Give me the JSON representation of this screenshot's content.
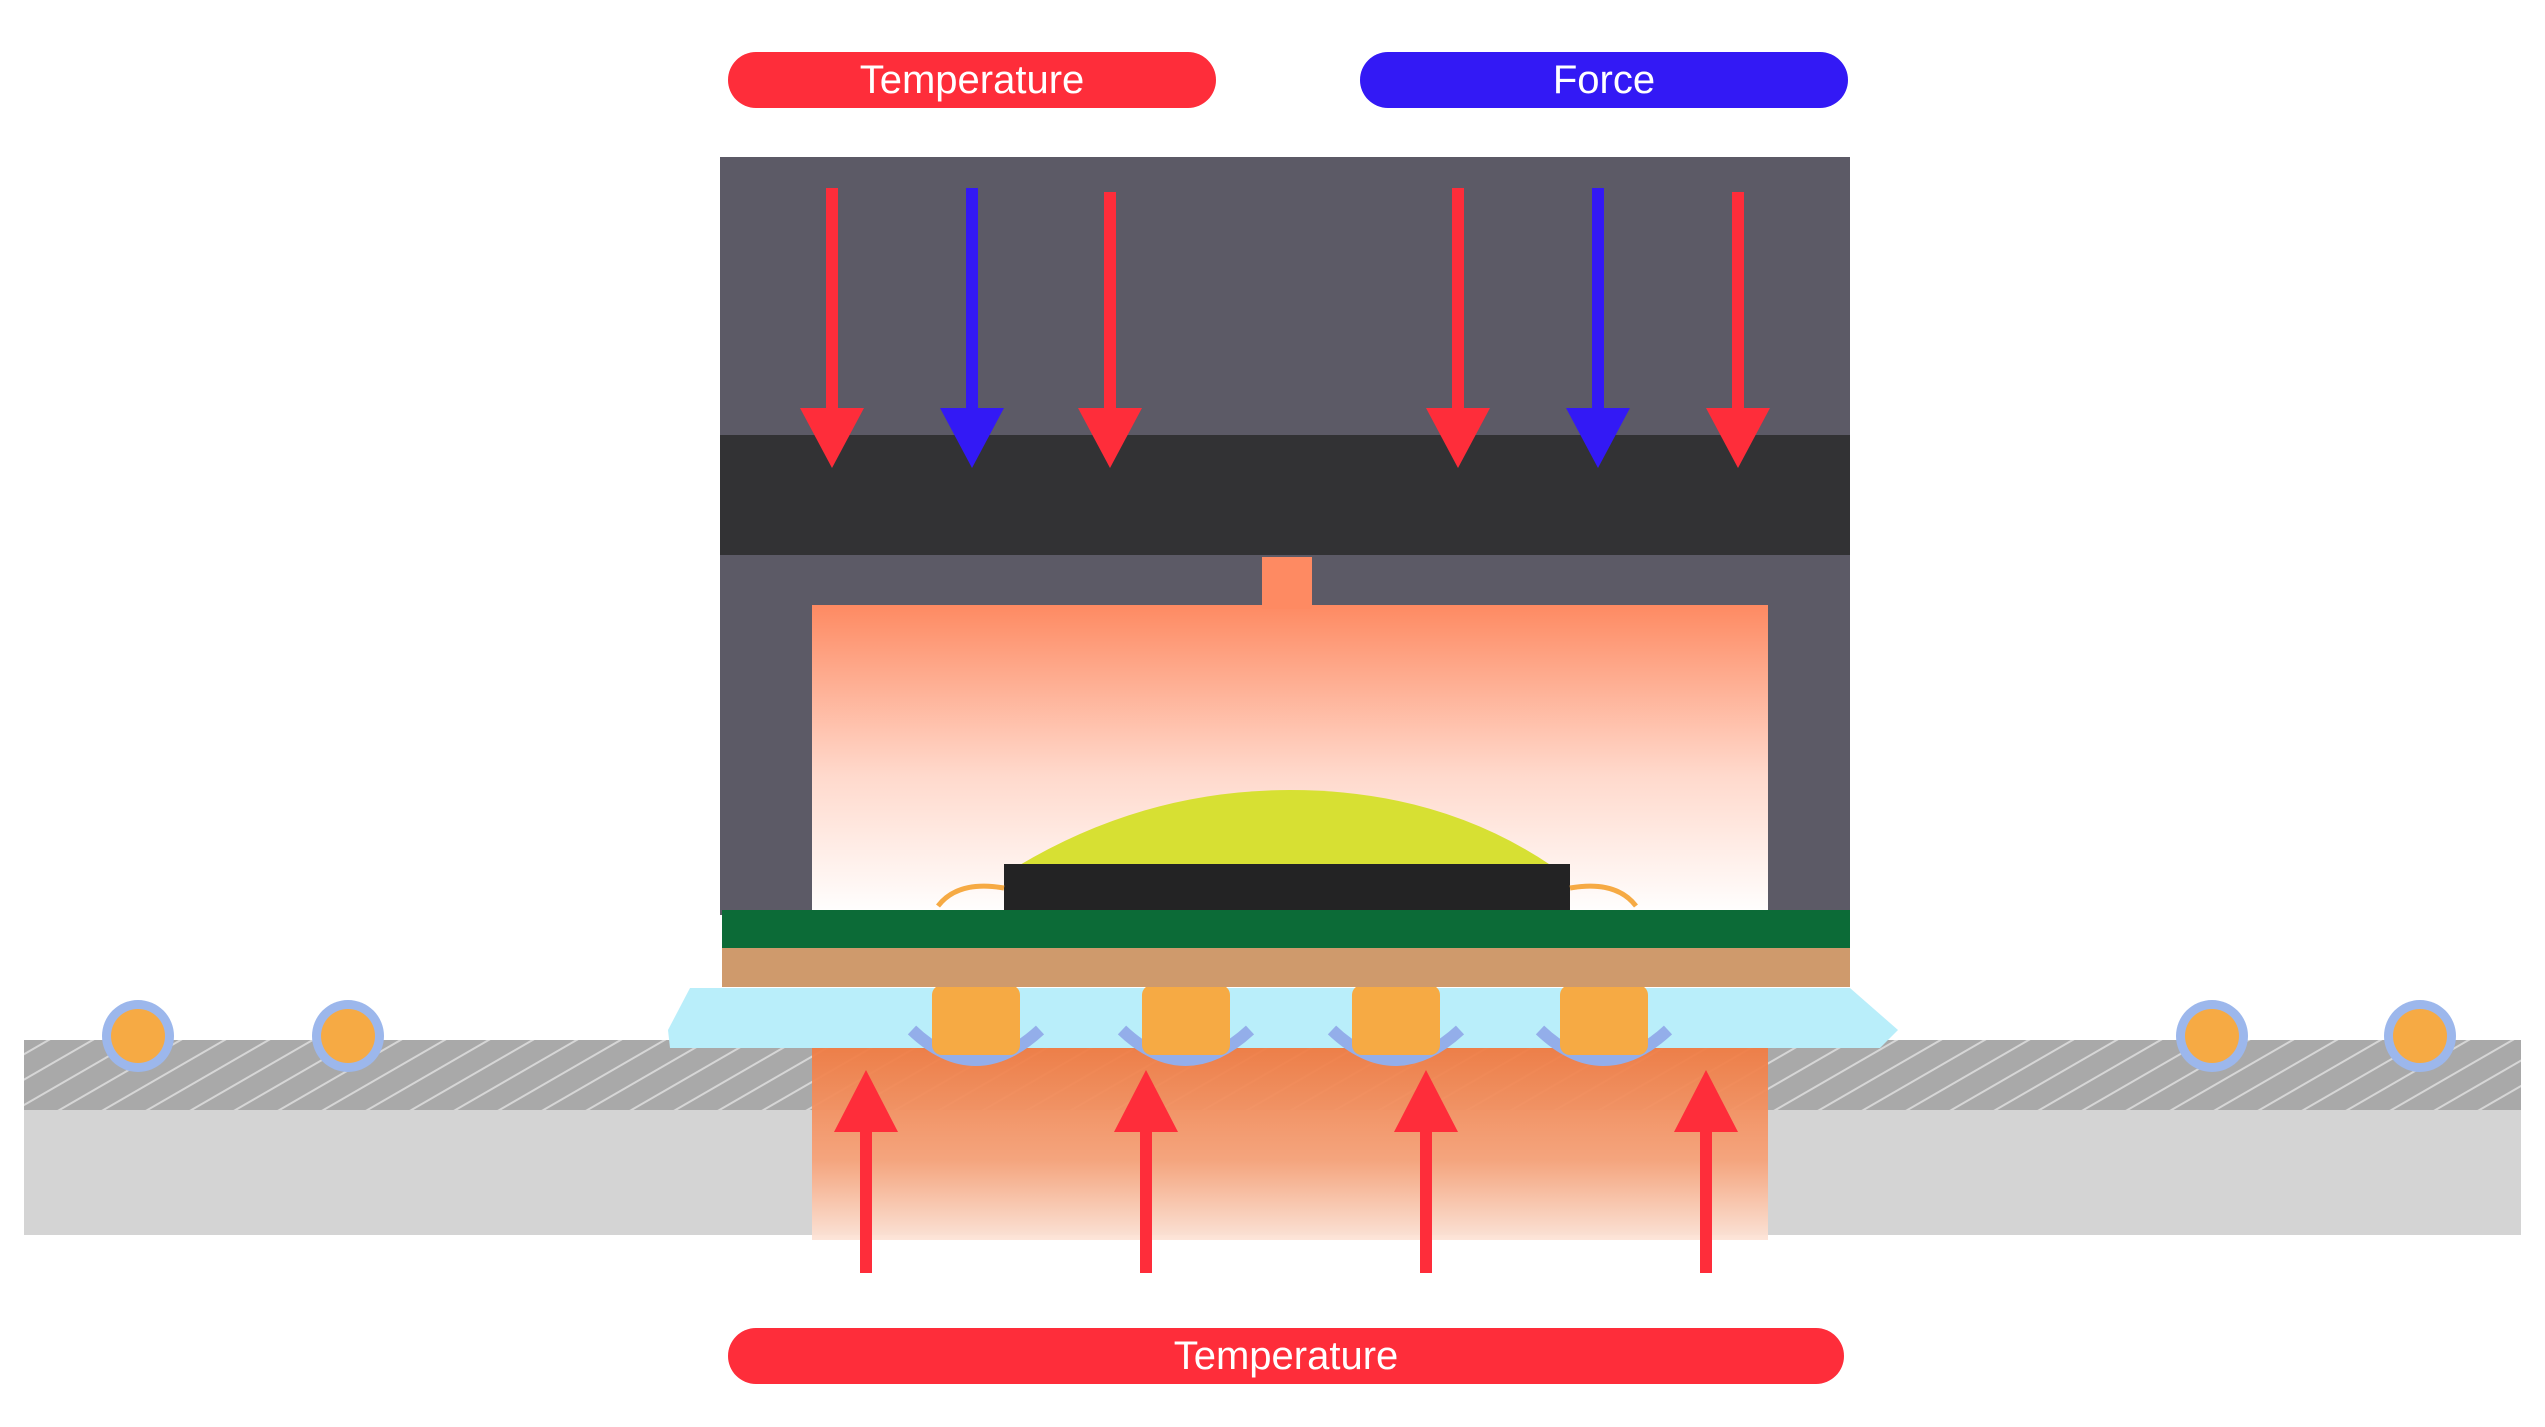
{
  "labels": {
    "top_left": "Temperature",
    "top_right": "Force",
    "bottom": "Temperature"
  },
  "colors": {
    "temperature": "#fe2d3a",
    "force": "#3319f5",
    "tool_body": "#5c5a66",
    "tool_plate": "#323234",
    "board_green": "#0c6b37",
    "substrate_tan": "#cf9a6c",
    "underfill": "#b9eefa",
    "solder_ball": "#f6aa44",
    "encapsulant": "#d7e033",
    "die": "#232324",
    "pcb_gray": "#d4d4d4"
  },
  "icons": {
    "temperature_arrow": "down-arrow-icon",
    "force_arrow": "down-arrow-icon",
    "heat_up_arrow": "up-arrow-icon"
  }
}
